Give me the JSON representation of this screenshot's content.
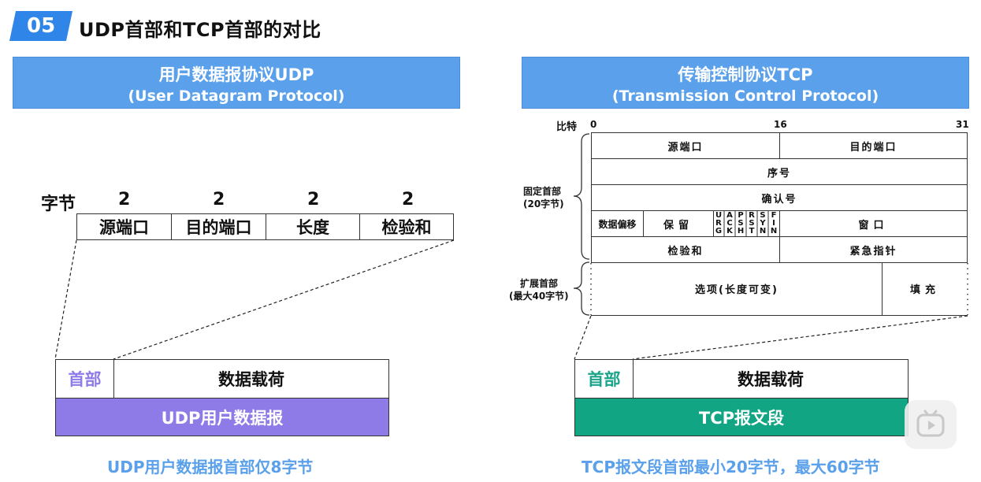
{
  "header": {
    "badge": "05",
    "title": "UDP首部和TCP首部的对比"
  },
  "udp": {
    "banner_line1": "用户数据报协议UDP",
    "banner_line2": "(User Datagram Protocol)",
    "bytes_label": "字节",
    "byte_counts": [
      "2",
      "2",
      "2",
      "2"
    ],
    "fields": [
      "源端口",
      "目的端口",
      "长度",
      "检验和"
    ],
    "header_label": "首部",
    "payload_label": "数据载荷",
    "datagram_label": "UDP用户数据报",
    "footer": "UDP用户数据报首部仅8字节",
    "colors": {
      "header_text": "#8f7be8",
      "datagram_fill": "#8f7be8"
    }
  },
  "tcp": {
    "banner_line1": "传输控制协议TCP",
    "banner_line2": "(Transmission Control Protocol)",
    "bits_label": "比特",
    "bit_ticks": [
      "0",
      "16",
      "31"
    ],
    "fixed_header_label_1": "固定首部",
    "fixed_header_label_2": "(20字节)",
    "ext_header_label_1": "扩展首部",
    "ext_header_label_2": "(最大40字节)",
    "row1": [
      "源端口",
      "目的端口"
    ],
    "row2": "序号",
    "row3": "确认号",
    "row4": {
      "offset": "数据偏移",
      "reserved": "保留",
      "flags": [
        "URG",
        "ACK",
        "PSH",
        "RST",
        "SYN",
        "FIN"
      ],
      "window": "窗口"
    },
    "row5": [
      "检验和",
      "紧急指针"
    ],
    "row6": {
      "options": "选项(长度可变)",
      "padding": "填充"
    },
    "header_label": "首部",
    "payload_label": "数据载荷",
    "segment_label": "TCP报文段",
    "footer": "TCP报文段首部最小20字节，最大60字节",
    "colors": {
      "header_text": "#1aa58a",
      "segment_fill": "#11a584"
    }
  },
  "colors": {
    "banner": "#5aa0ea",
    "badge": "#2f86e8",
    "footer_text": "#5aa0ea"
  }
}
